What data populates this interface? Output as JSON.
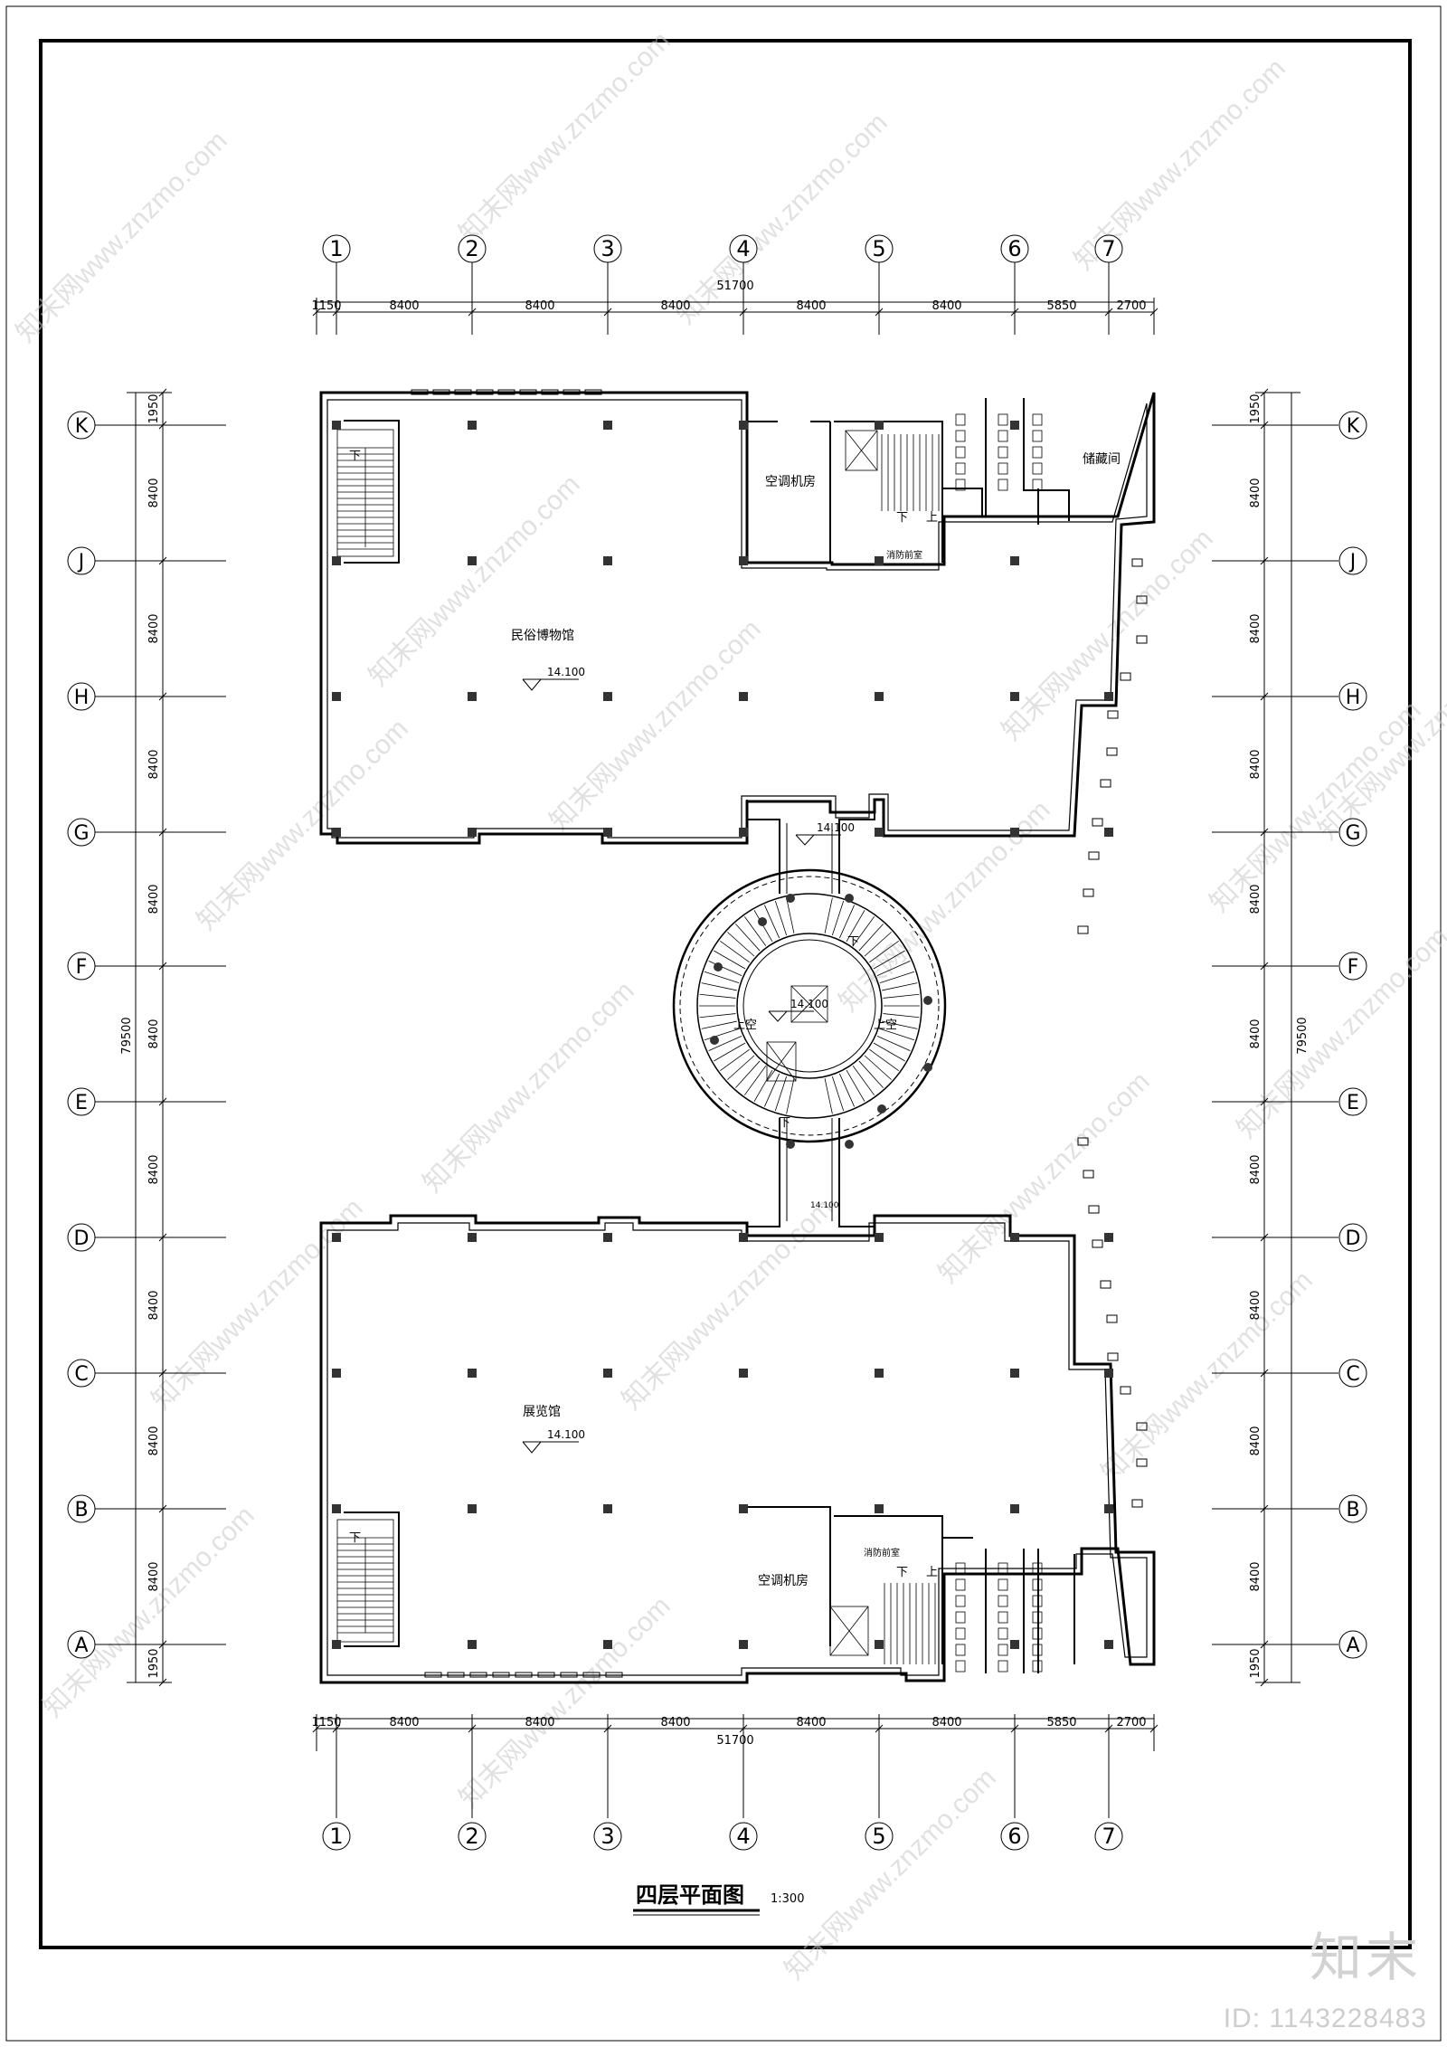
{
  "drawing": {
    "title": "四层平面图",
    "scale": "1:300"
  },
  "grid": {
    "columns": [
      "1",
      "2",
      "3",
      "4",
      "5",
      "6",
      "7"
    ],
    "rows": [
      "K",
      "J",
      "H",
      "G",
      "F",
      "E",
      "D",
      "C",
      "B",
      "A"
    ],
    "column_spacings": [
      "1150",
      "8400",
      "8400",
      "8400",
      "8400",
      "8400",
      "5850",
      "2700"
    ],
    "row_spacings": [
      "1950",
      "8400",
      "8400",
      "8400",
      "8400",
      "8400",
      "8400",
      "8400",
      "8400",
      "8400",
      "1950"
    ],
    "total_width": "51700",
    "total_height": "79500"
  },
  "rooms": {
    "folk_museum": "民俗博物馆",
    "exhibition_hall": "展览馆",
    "hvac_top": "空调机房",
    "hvac_bottom": "空调机房",
    "storage": "储藏间",
    "fire_top": "消防前室",
    "fire_bottom": "消防前室"
  },
  "elevations": {
    "upper": "14.100",
    "bridge_top": "14.100",
    "rotunda": "14.100",
    "bridge_bottom": "14.100",
    "lower": "14.100"
  },
  "stair_marks": {
    "down": "下",
    "up": "上",
    "up_void": "上空"
  },
  "watermark": {
    "text": "知末网www.znzmo.com",
    "brand": "知末",
    "id": "ID: 1143228483"
  }
}
